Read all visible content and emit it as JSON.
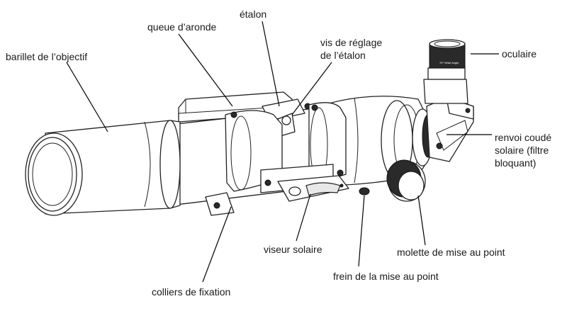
{
  "labels": {
    "objective_cell": "barillet de l’objectif",
    "dovetail": "queue d’aronde",
    "etalon": "étalon",
    "etalon_screw_line1": "vis de réglage",
    "etalon_screw_line2": "de l’étalon",
    "eyepiece": "oculaire",
    "diagonal_line1": "renvoi coudé",
    "diagonal_line2": "solaire (filtre",
    "diagonal_line3": "bloquant)",
    "solar_finder": "viseur solaire",
    "focus_knob": "molette de mise au point",
    "focus_lock": "frein de la mise au point",
    "tube_rings": "colliers de fixation"
  },
  "eyepiece_print": "70° Wide Angle",
  "colors": {
    "ink": "#000000",
    "text": "#1a1a1a",
    "background": "#ffffff"
  }
}
